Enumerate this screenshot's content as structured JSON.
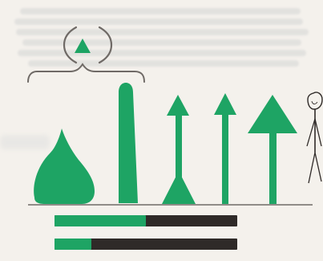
{
  "diagram": {
    "symbol_icon": "triangle-in-parentheses-icon",
    "figure_icon": "person-figure-icon",
    "shapes": [
      "filled-triangle-with-rounded-base",
      "tall-rounded-pillar",
      "arrow-with-double-triangles",
      "simple-upward-arrow",
      "large-upward-arrow"
    ],
    "progress_bars": [
      {
        "name": "bar-1",
        "fill_fraction": 0.5
      },
      {
        "name": "bar-2",
        "fill_fraction": 0.2
      }
    ]
  },
  "colors": {
    "background": "#f4f1ec",
    "green": "#1ea464",
    "dark": "#2f2a28",
    "line": "#6f6a66",
    "text_blur": "#7f8a96"
  }
}
